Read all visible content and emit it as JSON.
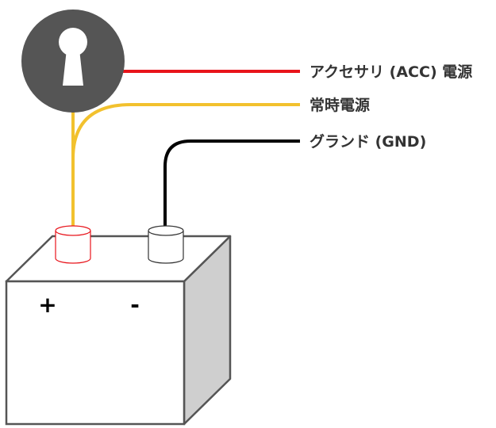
{
  "labels": {
    "accessory": "アクセサリ (ACC) 電源",
    "constant": "常時電源",
    "ground": "グランド (GND)"
  },
  "terminals": {
    "positive": "+",
    "negative": "-"
  },
  "colors": {
    "accessory_wire": "#e8141b",
    "constant_wire": "#f2c12e",
    "ground_wire": "#000000",
    "key_icon": "#555555",
    "battery_front": "#ffffff",
    "battery_top": "#ffffff",
    "battery_side": "#cfcfcf",
    "battery_outline": "#555555",
    "positive_terminal": "#e8141b",
    "negative_terminal": "#333333"
  },
  "icons": {
    "ignition": "keyhole-icon"
  }
}
